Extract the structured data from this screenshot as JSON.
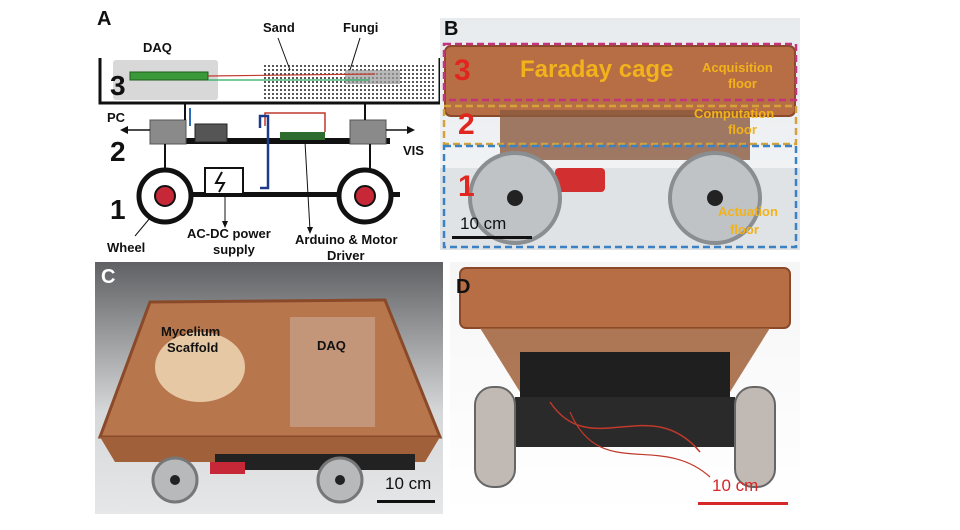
{
  "panels": {
    "a": {
      "letter": "A",
      "labels": {
        "daq": "DAQ",
        "sand": "Sand",
        "fungi": "Fungi",
        "pc": "PC",
        "vis": "VIS",
        "wheel": "Wheel",
        "power": "AC-DC power",
        "power2": "supply",
        "arduino": "Arduino & Motor",
        "arduino2": "Driver",
        "f1": "1",
        "f2": "2",
        "f3": "3"
      }
    },
    "b": {
      "letter": "B",
      "faraday": "Faraday cage",
      "floors": {
        "n3": "3",
        "acq1": "Acquisition",
        "acq2": "floor",
        "n2": "2",
        "comp1": "Computation",
        "comp2": "floor",
        "n1": "1",
        "act1": "Actuation",
        "act2": "floor"
      },
      "scale": "10 cm"
    },
    "c": {
      "letter": "C",
      "mycelium1": "Mycelium",
      "mycelium2": "Scaffold",
      "daq": "DAQ",
      "scale": "10 cm"
    },
    "d": {
      "letter": "D",
      "scale": "10 cm"
    }
  },
  "colors": {
    "copper": "#b86e45",
    "acq_box": "#c2357a",
    "comp_box": "#d4a23a",
    "act_box": "#3b82c4",
    "floor_num": "#e0261e",
    "floor_text": "#f2b21b"
  }
}
